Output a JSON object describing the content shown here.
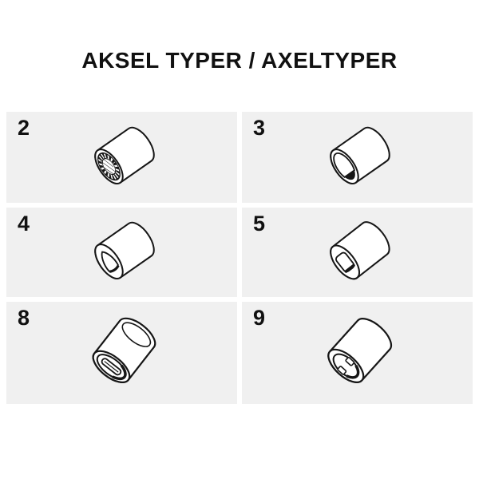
{
  "title": "AKSEL TYPER / AXELTYPER",
  "colors": {
    "background": "#ffffff",
    "cell_background": "#f0f0f0",
    "line": "#161616",
    "text": "#111111"
  },
  "cells": [
    {
      "number": "2",
      "type": "splined-bore",
      "icon": "splined-bore-axle-icon"
    },
    {
      "number": "3",
      "type": "d-bore",
      "icon": "d-bore-axle-icon"
    },
    {
      "number": "4",
      "type": "triangular-bore",
      "icon": "triangular-bore-axle-icon"
    },
    {
      "number": "5",
      "type": "square-bore",
      "icon": "square-bore-axle-icon"
    },
    {
      "number": "8",
      "type": "slotted-bore",
      "icon": "slotted-bore-axle-icon"
    },
    {
      "number": "9",
      "type": "notched-bore",
      "icon": "notched-bore-axle-icon"
    }
  ]
}
